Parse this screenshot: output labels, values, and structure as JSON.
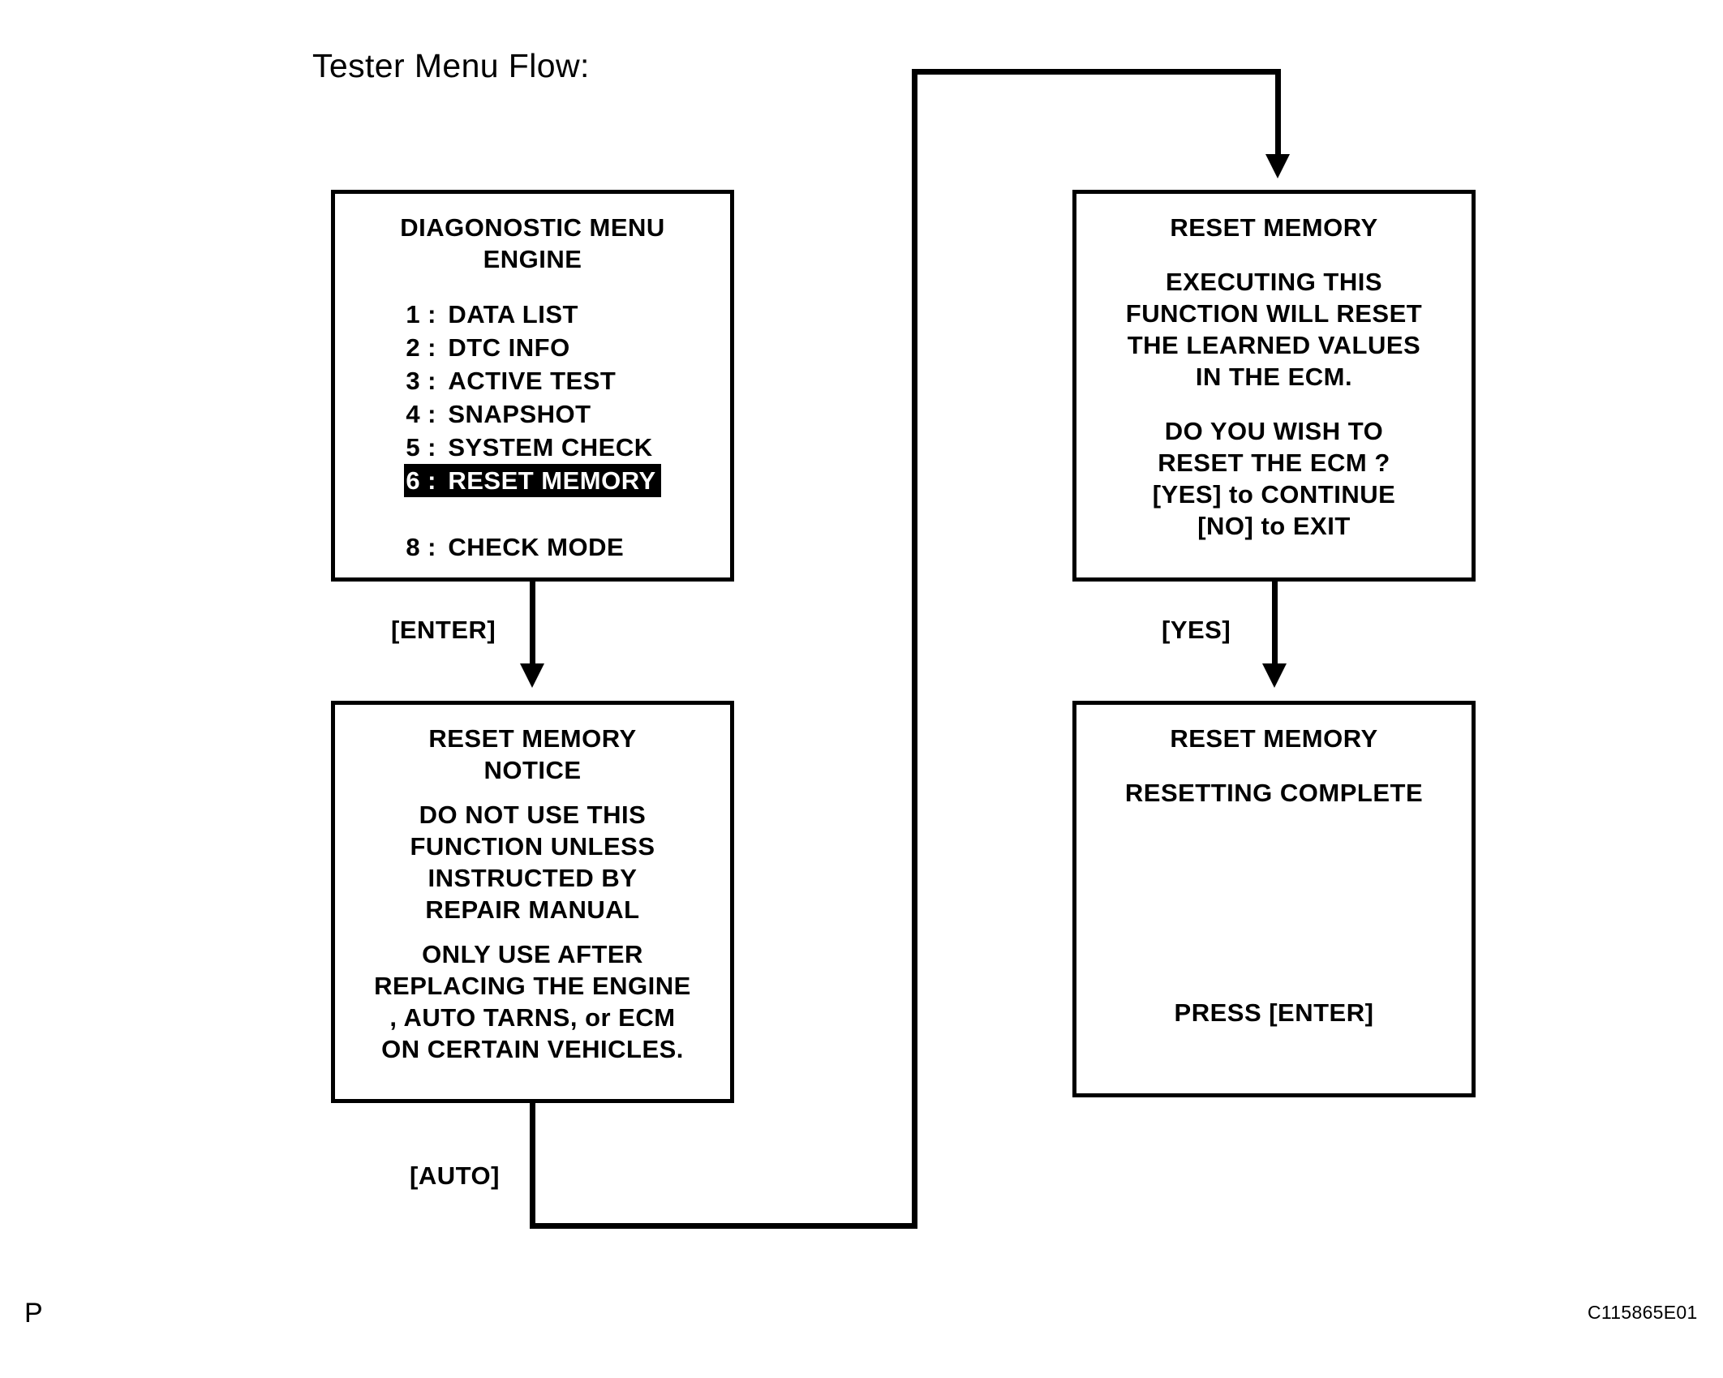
{
  "page": {
    "title": "Tester Menu Flow:",
    "footer_mark": "P",
    "figure_code": "C115865E01"
  },
  "diagram": {
    "type": "flowchart",
    "screens": [
      {
        "id": "diagnostic-menu",
        "header_lines": [
          "DIAGONOSTIC  MENU",
          "ENGINE"
        ],
        "items": [
          {
            "num": "1 :",
            "label": "DATA  LIST",
            "selected": false
          },
          {
            "num": "2 :",
            "label": "DTC  INFO",
            "selected": false
          },
          {
            "num": "3 :",
            "label": "ACTIVE TEST",
            "selected": false
          },
          {
            "num": "4 :",
            "label": "SNAPSHOT",
            "selected": false
          },
          {
            "num": "5 :",
            "label": "SYSTEM  CHECK",
            "selected": false
          },
          {
            "num": "6 :",
            "label": "RESET  MEMORY",
            "selected": true
          },
          {
            "num": "",
            "label": "",
            "selected": false
          },
          {
            "num": "8 :",
            "label": "CHECK  MODE",
            "selected": false
          }
        ]
      },
      {
        "id": "reset-memory-notice",
        "lines": [
          "RESET  MEMORY",
          "NOTICE",
          "",
          "DO NOT  USE  THIS",
          "FUNCTION  UNLESS",
          "INSTRUCTED  BY",
          "REPAIR  MANUAL",
          "",
          "ONLY  USE  AFTER",
          "REPLACING  THE  ENGINE",
          ", AUTO  TARNS, or  ECM",
          "ON  CERTAIN  VEHICLES."
        ]
      },
      {
        "id": "reset-memory-confirm",
        "lines": [
          "RESET  MEMORY",
          "",
          "EXECUTING  THIS",
          "FUNCTION  WILL  RESET",
          "THE  LEARNED  VALUES",
          "IN  THE  ECM.",
          "",
          "DO  YOU  WISH  TO",
          "RESET  THE  ECM ?",
          "[YES] to CONTINUE",
          "[NO]  to  EXIT"
        ]
      },
      {
        "id": "reset-memory-complete",
        "title": "RESET  MEMORY",
        "status": "RESETTING  COMPLETE",
        "prompt": "PRESS  [ENTER]"
      }
    ],
    "edges": [
      {
        "id": "enter-edge",
        "label": "[ENTER]",
        "from": "diagnostic-menu",
        "to": "reset-memory-notice"
      },
      {
        "id": "auto-edge",
        "label": "[AUTO]",
        "from": "reset-memory-notice",
        "to": "reset-memory-confirm"
      },
      {
        "id": "yes-edge",
        "label": "[YES]",
        "from": "reset-memory-confirm",
        "to": "reset-memory-complete"
      }
    ]
  }
}
